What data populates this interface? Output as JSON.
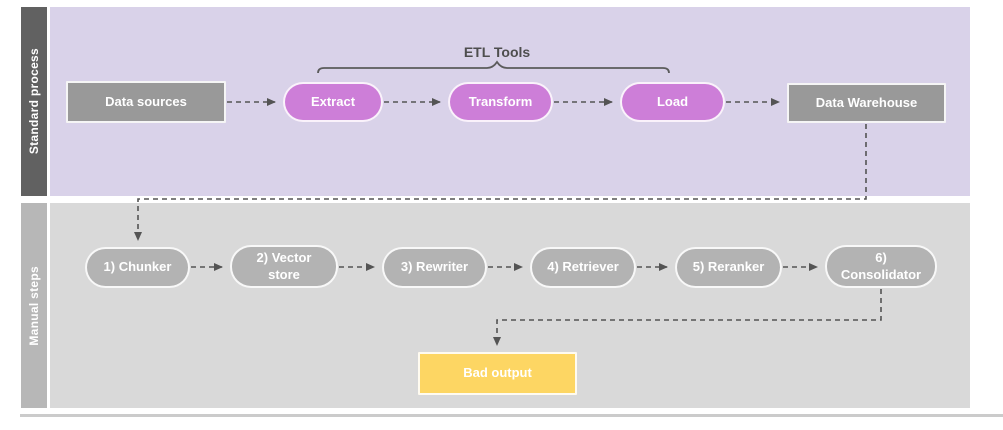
{
  "diagram": {
    "lanes": [
      {
        "label": "Standard process"
      },
      {
        "label": "Manual steps"
      }
    ],
    "annotation": {
      "etl_tools_label": "ETL Tools"
    },
    "nodes": {
      "data_sources": "Data sources",
      "extract": "Extract",
      "transform": "Transform",
      "load": "Load",
      "data_warehouse": "Data Warehouse",
      "chunker": "1) Chunker",
      "vector_store": "2) Vector store",
      "rewriter": "3) Rewriter",
      "retriever": "4) Retriever",
      "reranker": "5) Reranker",
      "consolidator": "6) Consolidator",
      "bad_output": "Bad output"
    },
    "colors": {
      "lane1_bg": "#d9d2e9",
      "lane1_label_bg": "#616161",
      "lane2_bg": "#d9d9d9",
      "lane2_label_bg": "#b7b7b7",
      "gray_node": "#999999",
      "pink_node": "#cd7ed8",
      "manual_node": "#b3b3b3",
      "bad_output_bg": "#fdd663",
      "connector": "#545454",
      "annotation_text": "#4e4e4e"
    }
  }
}
